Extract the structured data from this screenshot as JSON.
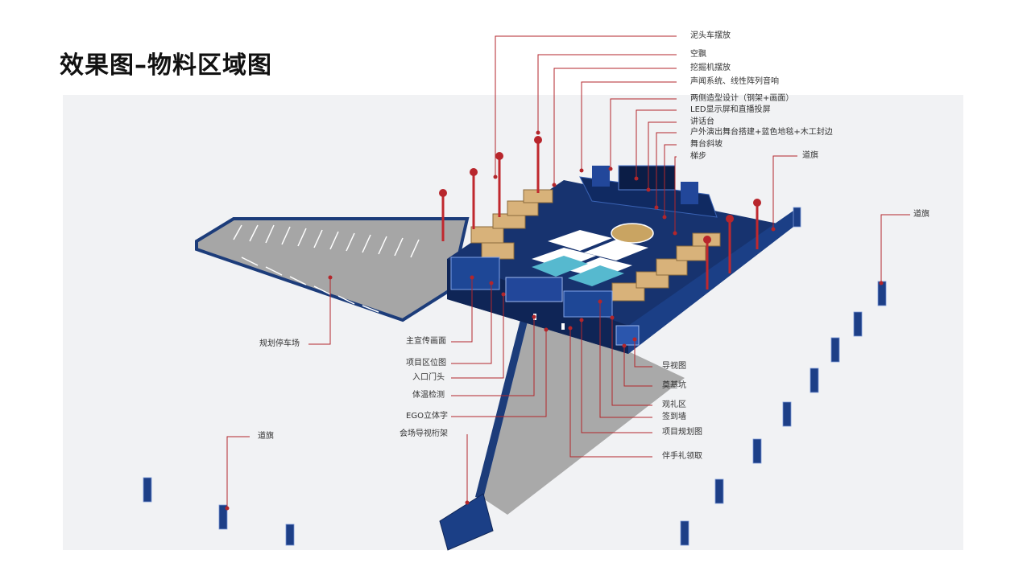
{
  "title": "效果图–物料区域图",
  "colors": {
    "stage_blue": "#17336f",
    "stage_blue_dark": "#0f2556",
    "gravel": "#a9a9a9",
    "leader_red": "#b3262b",
    "excavator_tan": "#d8b27a",
    "seat_white": "#ffffff",
    "seat_cyan": "#56b9cf"
  },
  "labels": {
    "mudhead_truck": "泥头车摆放",
    "balloon": "空飘",
    "excavator": "挖掘机摆放",
    "sound_system": "声闻系统、线性阵列音响",
    "side_design": "两侧造型设计（钢架+画面）",
    "led_screen": "LED显示屏和直播投屏",
    "podium": "讲话台",
    "outdoor_stage": "户外演出舞台搭建+蓝色地毯+木工封边",
    "stage_ramp": "舞台斜坡",
    "stairs": "梯步",
    "road_flag_right_top": "道旗",
    "road_flag_right": "道旗",
    "parking": "规划停车场",
    "main_visual": "主宣传画面",
    "location_map": "项目区位图",
    "entrance_gate": "入口门头",
    "temp_check": "体温检测",
    "ego_letters": "EGO立体字",
    "venue_truss": "会场导视桁架",
    "road_flag_left": "道旗",
    "guide_map": "导视图",
    "foundation_pit": "奠基坑",
    "viewing_area": "观礼区",
    "signin_wall": "签到墙",
    "project_plan": "项目规划图",
    "gift_pickup": "伴手礼领取"
  }
}
